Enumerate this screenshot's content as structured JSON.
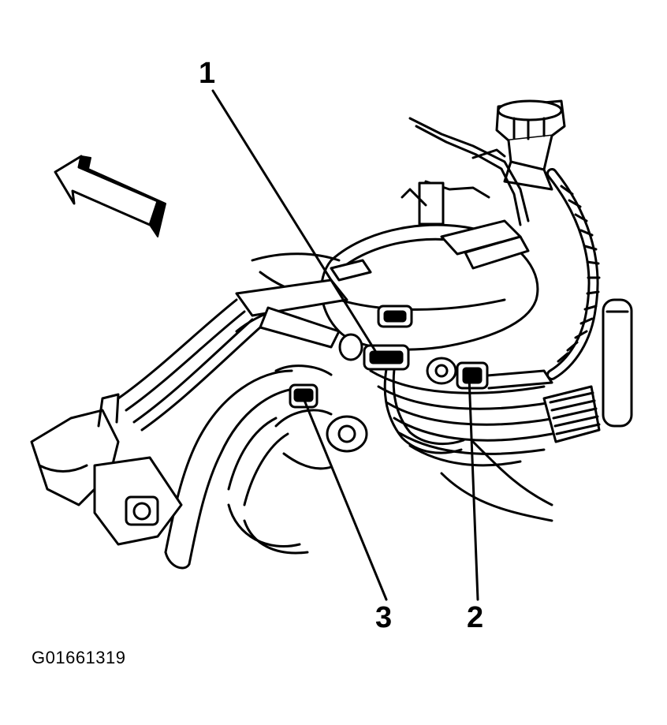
{
  "diagram": {
    "callouts": [
      {
        "id": "callout-1",
        "label": "1"
      },
      {
        "id": "callout-2",
        "label": "2"
      },
      {
        "id": "callout-3",
        "label": "3"
      }
    ],
    "figure_id": "G01661319",
    "icons": [
      "direction-arrow-icon",
      "coolant-reservoir-cap-icon",
      "wiring-harness-icon",
      "connector-icon"
    ]
  }
}
